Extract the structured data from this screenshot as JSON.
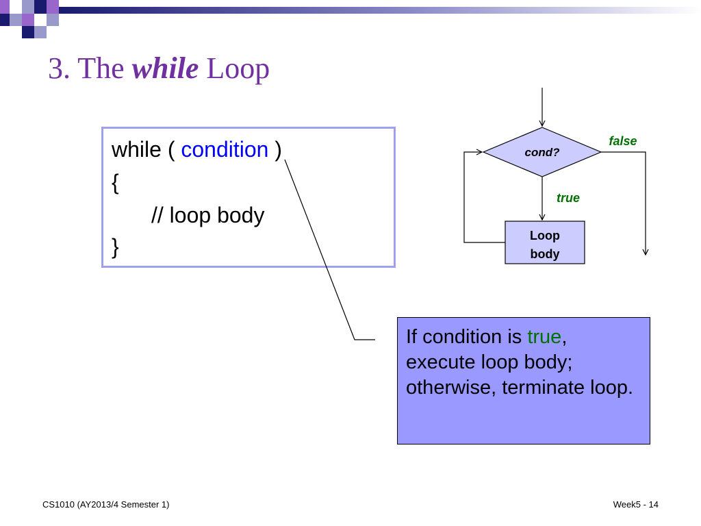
{
  "slide": {
    "title_prefix": "3. The",
    "title_keyword": "while",
    "title_suffix": "Loop"
  },
  "code": {
    "line1_prefix": "while (",
    "line1_condition": "condition",
    "line1_suffix": ")",
    "line2": "{",
    "line3": "// loop body",
    "line4": "}"
  },
  "flowchart": {
    "decision_label": "cond?",
    "false_label": "false",
    "true_label": "true",
    "body_line1": "Loop",
    "body_line2": "body"
  },
  "callout": {
    "text_before": "If condition is",
    "highlight": "true",
    "text_after": ", execute loop body; otherwise, terminate loop."
  },
  "footer": {
    "left": "CS1010 (AY2013/4 Semester 1)",
    "right": "Week5 - 14"
  },
  "colors": {
    "title": "#7030a0",
    "condition_keyword": "#0000ff",
    "true_text": "#007000",
    "callout_fill": "#9999ff",
    "flow_shape_fill": "#ccccff"
  }
}
